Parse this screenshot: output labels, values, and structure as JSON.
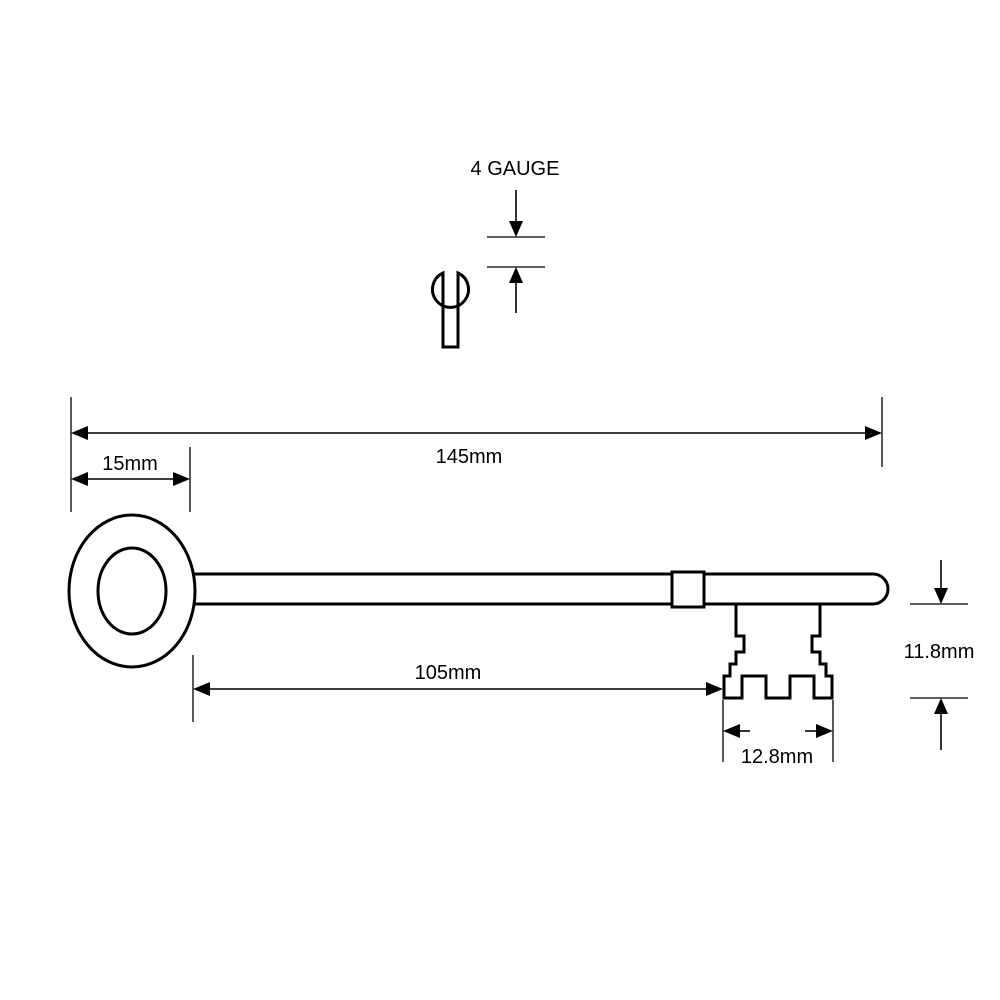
{
  "labels": {
    "gauge": "4 GAUGE",
    "overall_length": "145mm",
    "bow_width": "15mm",
    "shank_length": "105mm",
    "bit_height": "11.8mm",
    "bit_width": "12.8mm"
  },
  "colors": {
    "line": "#000000",
    "background": "#ffffff"
  }
}
